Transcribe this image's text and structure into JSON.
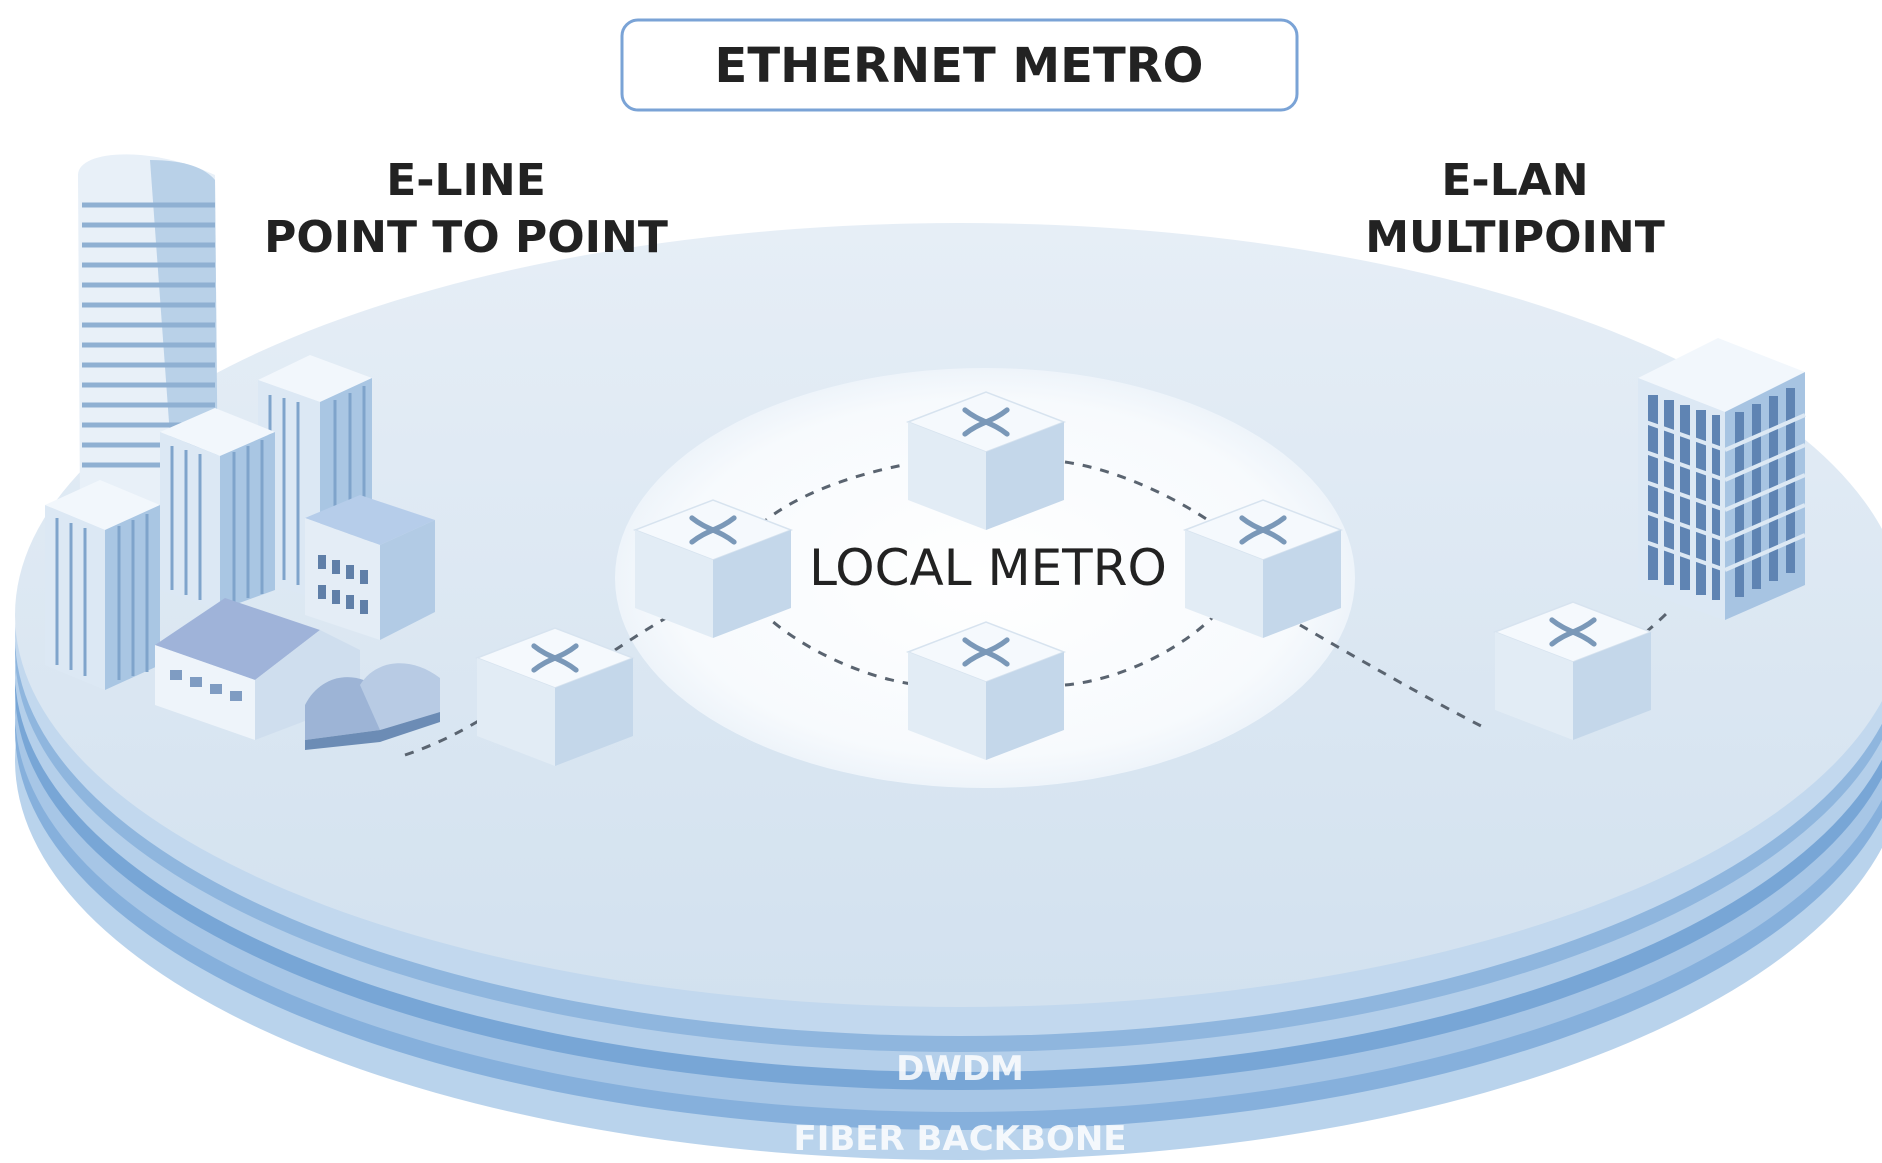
{
  "title": "ETHERNET METRO",
  "eline": {
    "line1": "E-LINE",
    "line2": "POINT TO POINT"
  },
  "elan": {
    "line1": "E-LAN",
    "line2": "MULTIPOINT"
  },
  "center_label": "LOCAL METRO",
  "layers": {
    "dwdm": "DWDM",
    "fiber": "FIBER BACKBONE"
  },
  "colors": {
    "disc_top": "#dde8f2",
    "ring_light": "#c9dcef",
    "ring_mid": "#a9c7e6",
    "ring_dark": "#6f9fd2",
    "title_border": "#7aa3d6",
    "switch_face": "#f3f8fd",
    "switch_side": "#c6d8ea",
    "building": "#9fc1e0"
  },
  "icons": [
    "switch-icon",
    "building-icon"
  ]
}
